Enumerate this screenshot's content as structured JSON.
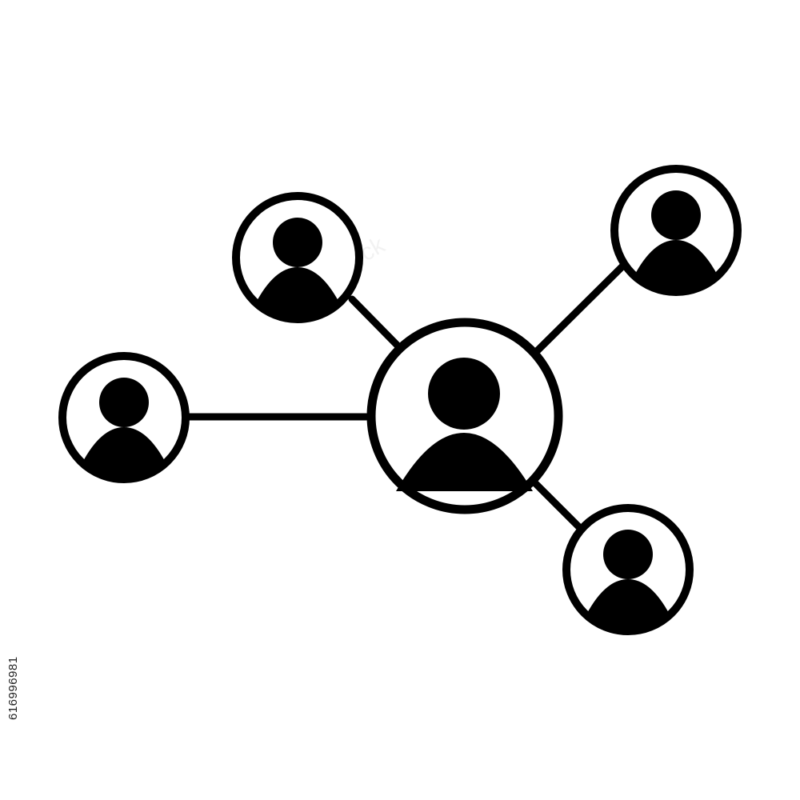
{
  "image": {
    "subject": "network-of-people-icon",
    "stock_id": "616996981",
    "watermark_text": "Adobe Stock"
  },
  "colors": {
    "background": "#ffffff",
    "ink": "#000000",
    "id_text": "#222222"
  },
  "icons": {
    "central_node": "person-icon",
    "peer_nodes": [
      "person-icon",
      "person-icon",
      "person-icon",
      "person-icon"
    ],
    "connector": "line"
  }
}
